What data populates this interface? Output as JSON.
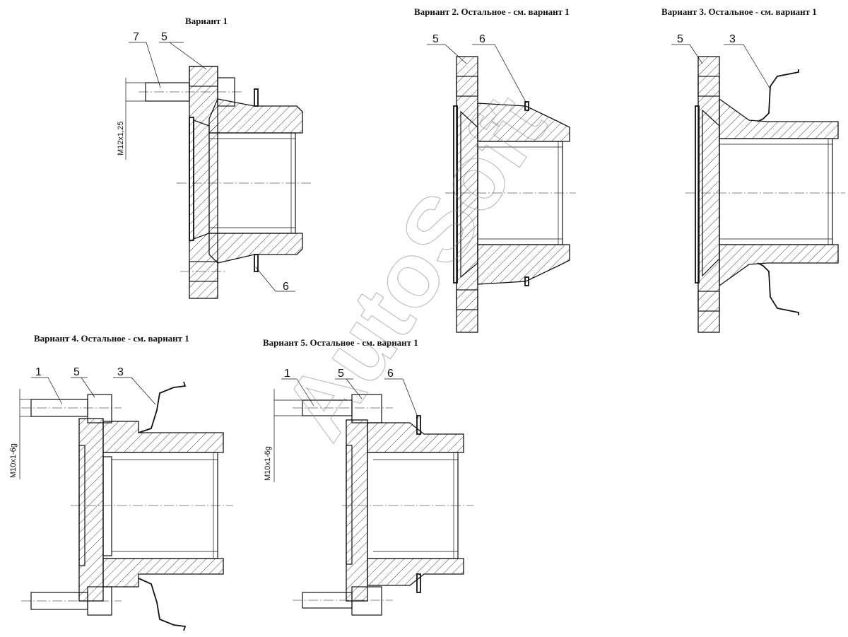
{
  "variants": {
    "v1": {
      "title": "Вариант 1",
      "callouts": {
        "a": "7",
        "b": "5",
        "c": "6"
      },
      "thread": "M12x1,25"
    },
    "v2": {
      "title": "Вариант 2. Остальное - см. вариант 1",
      "callouts": {
        "a": "5",
        "b": "6"
      }
    },
    "v3": {
      "title": "Вариант 3. Остальное - см. вариант 1",
      "callouts": {
        "a": "5",
        "b": "3"
      }
    },
    "v4": {
      "title": "Вариант 4. Остальное - см. вариант 1",
      "callouts": {
        "a": "1",
        "b": "5",
        "c": "3"
      },
      "thread": "M10x1-6g"
    },
    "v5": {
      "title": "Вариант 5. Остальное - см. вариант 1",
      "callouts": {
        "a": "1",
        "b": "5",
        "c": "6"
      },
      "thread": "M10x1-6g"
    }
  },
  "watermark": "AutoSoft"
}
